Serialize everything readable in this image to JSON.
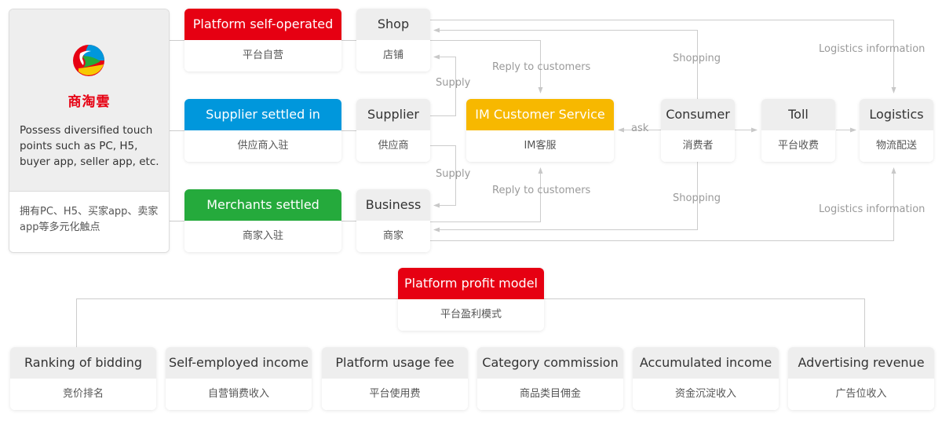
{
  "left_panel": {
    "brand_name": "商淘雲",
    "logo_icon": "brand-logo-icon",
    "description_en": "Possess diversified touch points such as PC, H5, buyer app, seller app, etc.",
    "description_cn": "拥有PC、H5、买家app、卖家app等多元化触点",
    "logo_colors": {
      "red": "#e60012",
      "blue": "#0097dc",
      "green": "#25aa3c",
      "yellow": "#f7c800"
    }
  },
  "channels": [
    {
      "title": "Platform self-operated",
      "subtitle": "平台自营",
      "color": "#e60012"
    },
    {
      "title": "Supplier settled in",
      "subtitle": "供应商入驻",
      "color": "#0097dc"
    },
    {
      "title": "Merchants settled",
      "subtitle": "商家入驻",
      "color": "#25aa3c"
    }
  ],
  "entities": [
    {
      "title": "Shop",
      "subtitle": "店铺"
    },
    {
      "title": "Supplier",
      "subtitle": "供应商"
    },
    {
      "title": "Business",
      "subtitle": "商家"
    }
  ],
  "im_service": {
    "title": "IM Customer Service",
    "subtitle": "IM客服",
    "color": "#f7b800"
  },
  "flow": [
    {
      "title": "Consumer",
      "subtitle": "消费者"
    },
    {
      "title": "Toll",
      "subtitle": "平台收费"
    },
    {
      "title": "Logistics",
      "subtitle": "物流配送"
    }
  ],
  "edge_labels": {
    "supply_top": "Supply",
    "supply_bottom": "Supply",
    "reply_top": "Reply to customers",
    "reply_bottom": "Reply to customers",
    "shopping_top": "Shopping",
    "shopping_bottom": "Shopping",
    "logistics_info_top": "Logistics information",
    "logistics_info_bottom": "Logistics information",
    "ask": "ask"
  },
  "profit_model": {
    "title": "Platform profit model",
    "subtitle": "平台盈利模式",
    "color": "#e60012",
    "items": [
      {
        "title": "Ranking of bidding",
        "subtitle": "竞价排名"
      },
      {
        "title": "Self-employed income",
        "subtitle": "自营销费收入"
      },
      {
        "title": "Platform usage fee",
        "subtitle": "平台使用费"
      },
      {
        "title": "Category commission",
        "subtitle": "商品类目佣金"
      },
      {
        "title": "Accumulated income",
        "subtitle": "资金沉淀收入"
      },
      {
        "title": "Advertising revenue",
        "subtitle": "广告位收入"
      }
    ]
  }
}
